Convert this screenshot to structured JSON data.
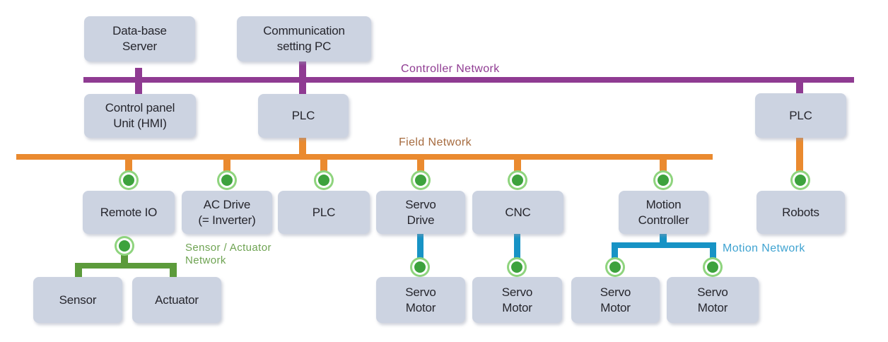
{
  "diagram": {
    "type": "industrial-network-hierarchy",
    "background": "#ffffff",
    "node_fill": "#ccd3e1",
    "node_text_color": "#26262d"
  },
  "networks": {
    "controller": {
      "label": "Controller Network",
      "color": "#8f3b92"
    },
    "field": {
      "label": "Field Network",
      "color": "#ea8a2f",
      "label_color": "#a66b3f"
    },
    "sensor_actuator": {
      "label": "Sensor / Actuator\nNetwork",
      "color": "#5c9b3b",
      "label_color": "#6ea352"
    },
    "motion": {
      "label": "Motion Network",
      "color": "#1793c5",
      "label_color": "#3fa3d1"
    }
  },
  "connector": {
    "name": "green-port-connector",
    "dot_color": "#3da23d",
    "ring_color": "#8fd47e"
  },
  "nodes": {
    "database_server": {
      "label": "Data-base\nServer"
    },
    "communication_pc": {
      "label": "Communication\nsetting PC"
    },
    "control_panel": {
      "label": "Control panel\nUnit (HMI)"
    },
    "plc_top": {
      "label": "PLC"
    },
    "plc_right": {
      "label": "PLC"
    },
    "remote_io": {
      "label": "Remote IO"
    },
    "ac_drive": {
      "label": "AC Drive\n(= Inverter)"
    },
    "plc_field": {
      "label": "PLC"
    },
    "servo_drive": {
      "label": "Servo\nDrive"
    },
    "cnc": {
      "label": "CNC"
    },
    "motion_controller": {
      "label": "Motion\nController"
    },
    "robots": {
      "label": "Robots"
    },
    "sensor": {
      "label": "Sensor"
    },
    "actuator": {
      "label": "Actuator"
    },
    "servo_motor_1": {
      "label": "Servo\nMotor"
    },
    "servo_motor_2": {
      "label": "Servo\nMotor"
    },
    "servo_motor_3": {
      "label": "Servo\nMotor"
    },
    "servo_motor_4": {
      "label": "Servo\nMotor"
    }
  }
}
